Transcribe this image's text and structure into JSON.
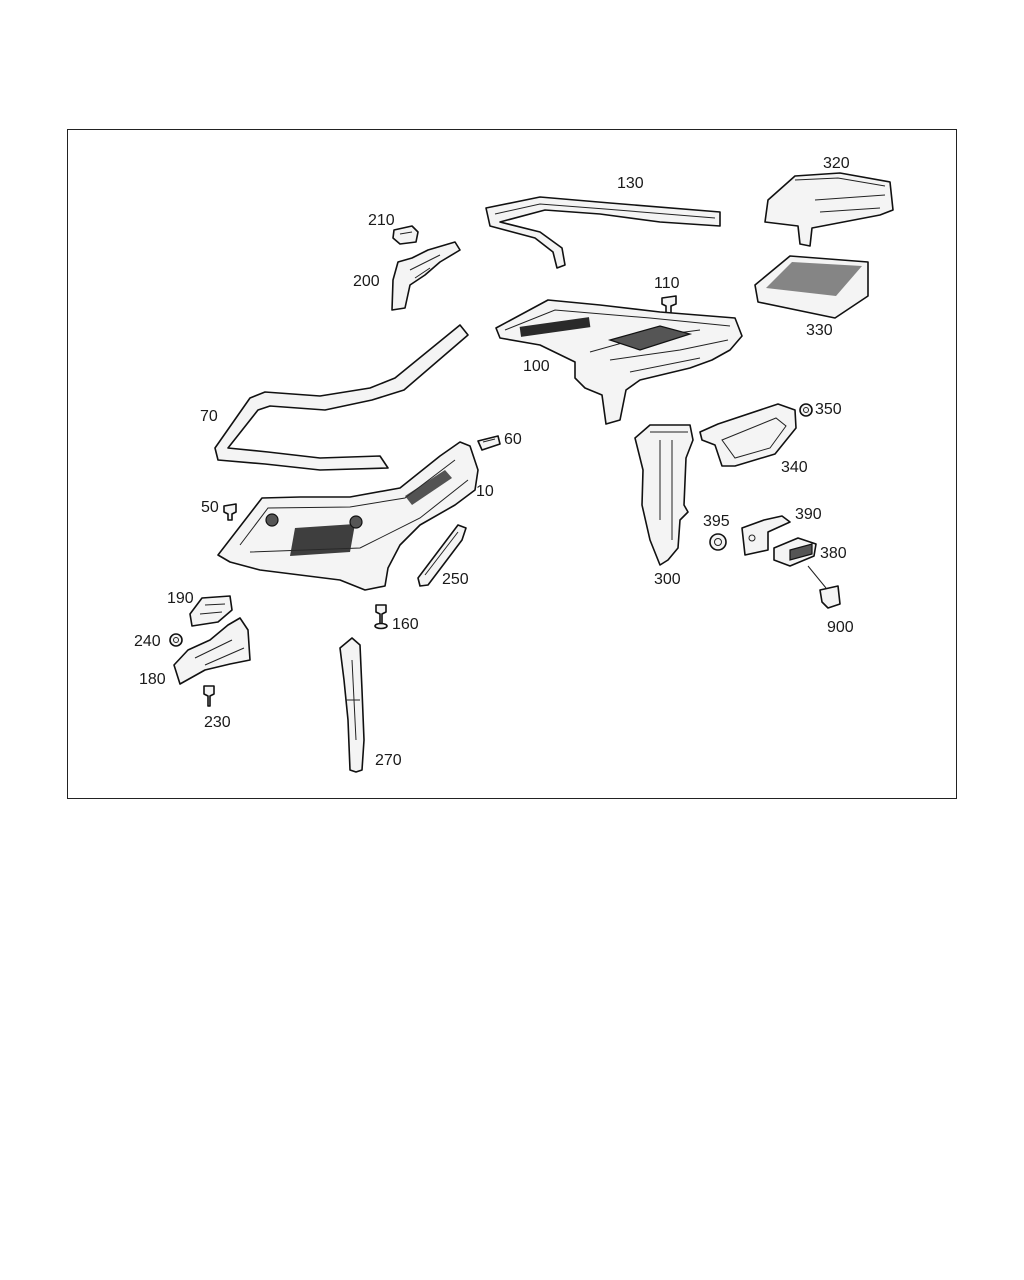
{
  "diagram": {
    "frame_color": "#222222",
    "callouts": [
      {
        "id": "p10",
        "label": "10"
      },
      {
        "id": "p50",
        "label": "50"
      },
      {
        "id": "p60",
        "label": "60"
      },
      {
        "id": "p70",
        "label": "70"
      },
      {
        "id": "p100",
        "label": "100"
      },
      {
        "id": "p110",
        "label": "110"
      },
      {
        "id": "p130",
        "label": "130"
      },
      {
        "id": "p160",
        "label": "160"
      },
      {
        "id": "p180",
        "label": "180"
      },
      {
        "id": "p190",
        "label": "190"
      },
      {
        "id": "p200",
        "label": "200"
      },
      {
        "id": "p210",
        "label": "210"
      },
      {
        "id": "p230",
        "label": "230"
      },
      {
        "id": "p240",
        "label": "240"
      },
      {
        "id": "p250",
        "label": "250"
      },
      {
        "id": "p270",
        "label": "270"
      },
      {
        "id": "p300",
        "label": "300"
      },
      {
        "id": "p320",
        "label": "320"
      },
      {
        "id": "p330",
        "label": "330"
      },
      {
        "id": "p340",
        "label": "340"
      },
      {
        "id": "p350",
        "label": "350"
      },
      {
        "id": "p380",
        "label": "380"
      },
      {
        "id": "p390",
        "label": "390"
      },
      {
        "id": "p395",
        "label": "395"
      },
      {
        "id": "p900",
        "label": "900"
      }
    ]
  }
}
